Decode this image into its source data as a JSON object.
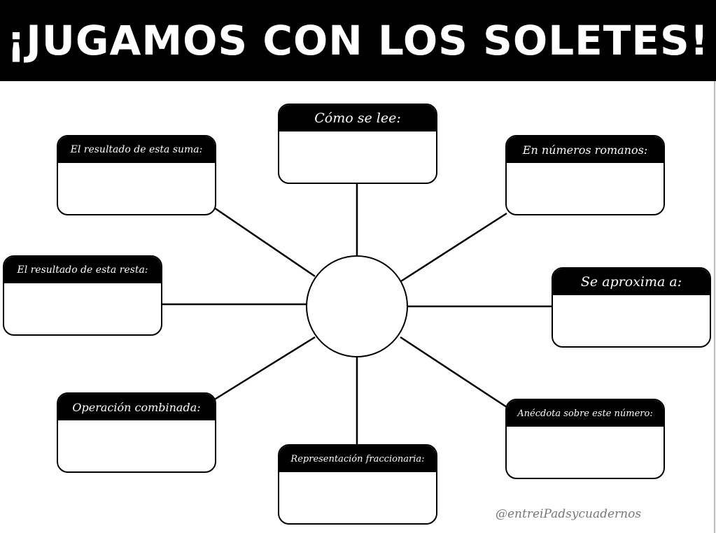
{
  "title": "¡JUGAMOS CON LOS SOLETES!",
  "center": "",
  "boxes": {
    "como_se_lee": "Cómo se lee:",
    "suma": "El resultado de esta suma:",
    "romanos": "En números romanos:",
    "resta": "El resultado de esta resta:",
    "aproxima": "Se aproxima a:",
    "operacion": "Operación combinada:",
    "fraccion": "Representación fraccionaria:",
    "anecdota": "Anécdota sobre este número:"
  },
  "credit": "@entreiPadsycuadernos"
}
